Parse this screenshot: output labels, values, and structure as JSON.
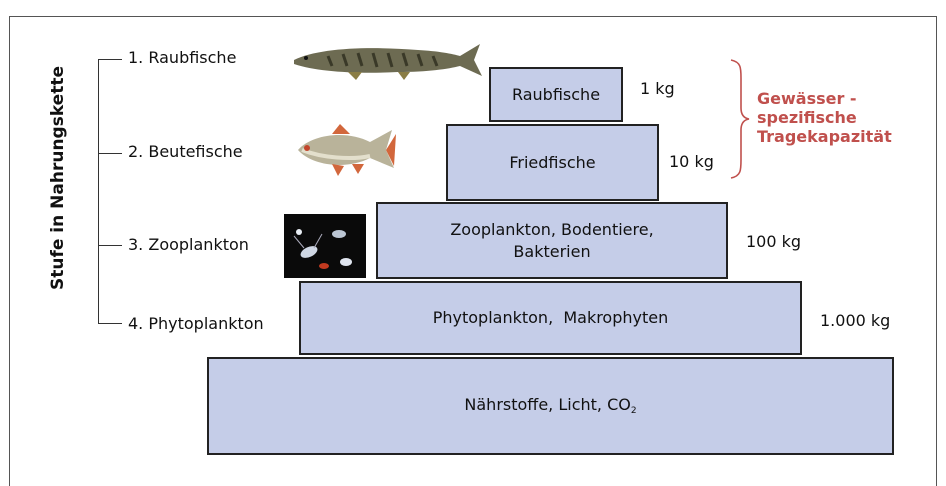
{
  "axis_label": "Stufe in Nahrungskette",
  "levels": [
    {
      "label": "1. Raubfische"
    },
    {
      "label": "2. Beutefische"
    },
    {
      "label": "3. Zooplankton"
    },
    {
      "label": "4. Phytoplankton"
    }
  ],
  "pyramid": {
    "tier1": "Raubfische",
    "tier2": "Friedfische",
    "tier3_line1": "Zooplankton, Bodentiere,",
    "tier3_line2": "Bakterien",
    "tier4": "Phytoplankton,  Makrophyten",
    "base_text": "Nährstoffe, Licht, CO",
    "base_subscript": "2"
  },
  "masses": [
    "1 kg",
    "10 kg",
    "100 kg",
    "1.000 kg"
  ],
  "capacity_note": {
    "line1": "Gewässer -",
    "line2": "spezifische",
    "line3": "Tragekapazität",
    "color": "#c0504d"
  },
  "colors": {
    "box_fill": "#c5cde8",
    "box_border": "#222222"
  },
  "images": [
    "pike-fish-image",
    "roach-fish-image",
    "zooplankton-image",
    "phytoplankton-image"
  ]
}
